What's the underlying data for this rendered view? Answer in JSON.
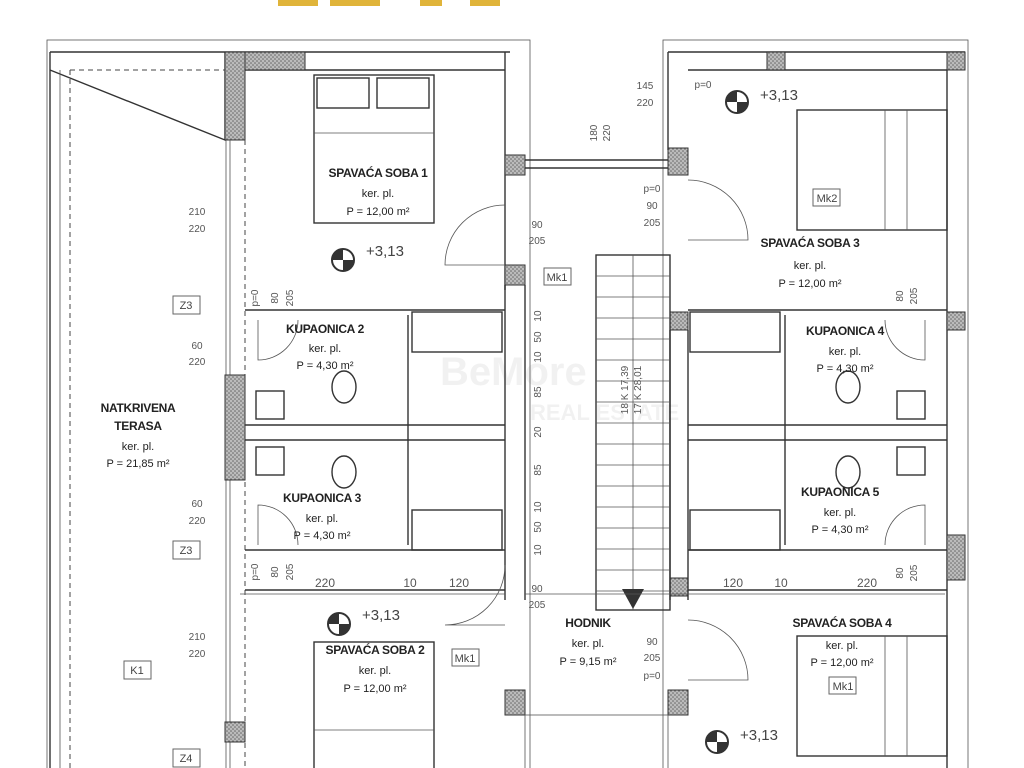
{
  "rooms": {
    "bed1": {
      "name": "SPAVAĆA SOBA 1",
      "floor": "ker. pl.",
      "area": "P = 12,00 m²"
    },
    "bed2": {
      "name": "SPAVAĆA SOBA 2",
      "floor": "ker. pl.",
      "area": "P = 12,00 m²"
    },
    "bed3": {
      "name": "SPAVAĆA SOBA 3",
      "floor": "ker. pl.",
      "area": "P = 12,00 m²"
    },
    "bed4": {
      "name": "SPAVAĆA SOBA 4",
      "floor": "ker. pl.",
      "area": "P = 12,00 m²"
    },
    "terrace": {
      "name1": "NATKRIVENA",
      "name2": "TERASA",
      "floor": "ker. pl.",
      "area": "P = 21,85 m²"
    },
    "bath2": {
      "name": "KUPAONICA 2",
      "floor": "ker. pl.",
      "area": "P = 4,30 m²"
    },
    "bath3": {
      "name": "KUPAONICA 3",
      "floor": "ker. pl.",
      "area": "P = 4,30 m²"
    },
    "bath4": {
      "name": "KUPAONICA 4",
      "floor": "ker. pl.",
      "area": "P = 4,30 m²"
    },
    "bath5": {
      "name": "KUPAONICA 5",
      "floor": "ker. pl.",
      "area": "P = 4,30 m²"
    },
    "hall": {
      "name": "HODNIK",
      "floor": "ker. pl.",
      "area": "P = 9,15 m²"
    }
  },
  "level": "+3,13",
  "tags": {
    "z3": "Z3",
    "z4": "Z4",
    "k1": "K1",
    "mk1": "Mk1",
    "mk2": "Mk2"
  },
  "dims": {
    "d210": "210",
    "d220": "220",
    "d60": "60",
    "d145": "145",
    "d180": "180",
    "d90": "90",
    "d205": "205",
    "d80": "80",
    "p0": "p=0",
    "d10": "10",
    "d120": "120",
    "d50": "50",
    "d85": "85",
    "d20": "20",
    "stair1": "18 K 17,39",
    "stair2": "17 K 28,01"
  },
  "watermark": {
    "brand": "BeMore",
    "sub": "REAL ESTATE"
  },
  "colors": {
    "logo": "#e0b43a"
  }
}
